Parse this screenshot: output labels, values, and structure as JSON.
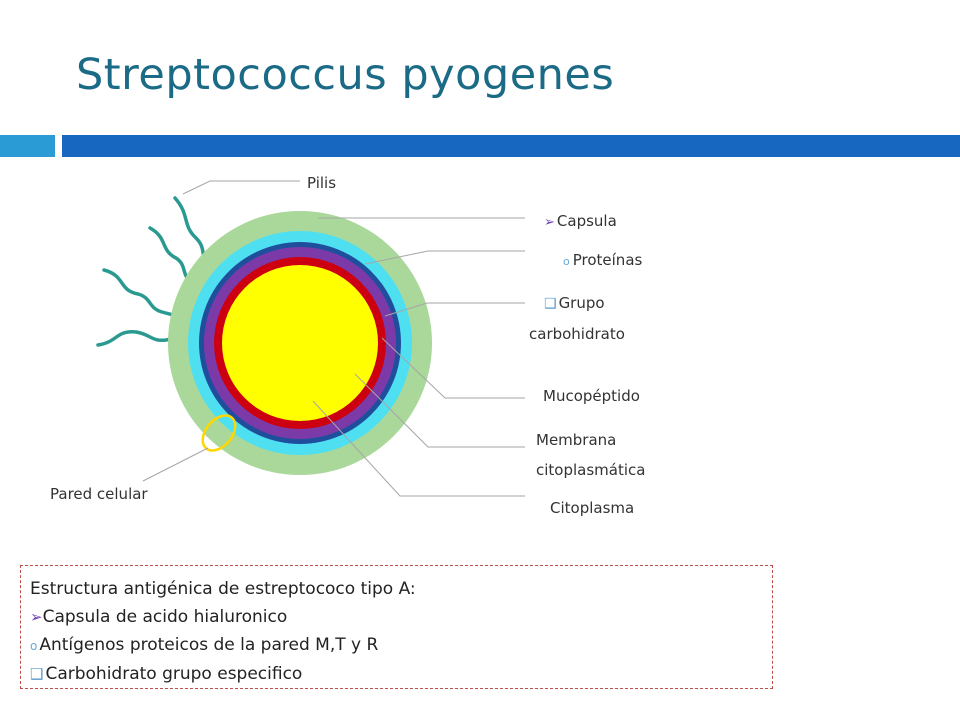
{
  "title": "Streptococcus pyogenes",
  "colors": {
    "title": "#1b6b86",
    "bar_light": "#2b9bd6",
    "bar_dark": "#1767c1",
    "capsule": "#a9d89a",
    "proteins": "#4ee0f0",
    "carbohydrate": "#1f4f9c",
    "mucopeptide": "#7b3aa8",
    "membrane": "#cc0010",
    "cytoplasm": "#ffff00",
    "pili": "#2a9a90",
    "highlight": "#ffd700",
    "box_border": "#c0504d"
  },
  "diagram": {
    "labels": {
      "pilis": "Pilis",
      "capsula": "Capsula",
      "proteinas": "Proteínas",
      "grupo_line1": "Grupo",
      "grupo_line2": "carbohidrato",
      "mucopeptido": "Mucopéptido",
      "membrana_line1": "Membrana",
      "membrana_line2": "citoplasmática",
      "citoplasma": "Citoplasma",
      "pared_celular": "Pared celular"
    },
    "bullets": {
      "arrow": "➢",
      "circle": "o",
      "box": "❑"
    }
  },
  "info_box": {
    "heading": "Estructura antigénica de estreptococo tipo A:",
    "items": [
      {
        "bullet": "➢",
        "text": "Capsula de acido hialuronico"
      },
      {
        "bullet": "o",
        "text": "Antígenos proteicos de la pared M,T y R"
      },
      {
        "bullet": "❑",
        "text": "Carbohidrato grupo especifico"
      }
    ]
  }
}
